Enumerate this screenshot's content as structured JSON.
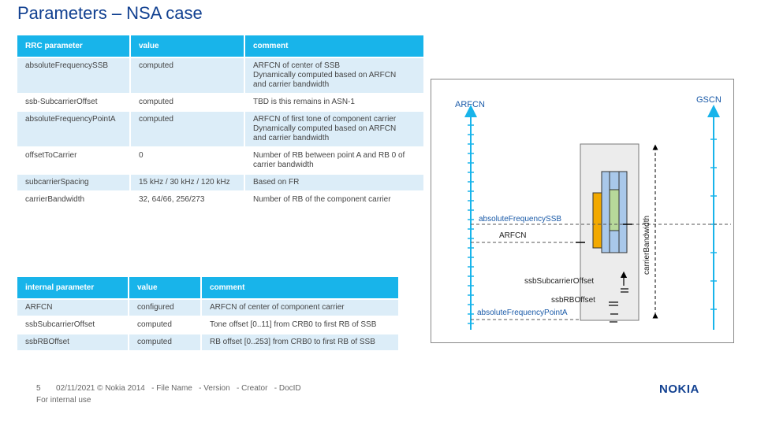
{
  "title": "Parameters – NSA case",
  "table1": {
    "headers": [
      "RRC parameter",
      "value",
      "comment"
    ],
    "rows": [
      {
        "param": "absoluteFrequencySSB",
        "value": "computed",
        "comment": [
          "ARFCN of center of SSB",
          "Dynamically computed based on ARFCN",
          "and carrier bandwidth"
        ]
      },
      {
        "param": "ssb-SubcarrierOffset",
        "value": "computed",
        "comment": [
          "TBD is this remains in ASN-1"
        ]
      },
      {
        "param": "absoluteFrequencyPointA",
        "value": "computed",
        "comment": [
          "ARFCN of first tone of component carrier",
          "Dynamically computed based on ARFCN",
          "and carrier bandwidth"
        ]
      },
      {
        "param": "offsetToCarrier",
        "value": "0",
        "comment": [
          "Number of RB between point A and RB 0 of",
          "carrier bandwidth"
        ]
      },
      {
        "param": "subcarrierSpacing",
        "value": "15 kHz / 30 kHz / 120 kHz",
        "comment": [
          "Based on FR"
        ]
      },
      {
        "param": "carrierBandwidth",
        "value": "32, 64/66, 256/273",
        "comment": [
          "Number of RB of the component carrier"
        ]
      }
    ]
  },
  "table2": {
    "headers": [
      "internal parameter",
      "value",
      "comment"
    ],
    "rows": [
      {
        "param": "ARFCN",
        "value": "configured",
        "comment": [
          "ARFCN of center of component carrier"
        ]
      },
      {
        "param": "ssbSubcarrierOffset",
        "value": "computed",
        "comment": [
          "Tone offset [0..11] from CRB0 to first RB of SSB"
        ]
      },
      {
        "param": "ssbRBOffset",
        "value": "computed",
        "comment": [
          "RB offset [0..253] from CRB0 to first RB of SSB"
        ]
      }
    ]
  },
  "diagram": {
    "arfcn_axis": "ARFCN",
    "gscn_axis": "GSCN",
    "absoluteFrequencySSB": "absoluteFrequencySSB",
    "arfcn": "ARFCN",
    "ssbSubcarrierOffset": "ssbSubcarrierOffset",
    "ssbRBOffset": "ssbRBOffset",
    "absoluteFrequencyPointA": "absoluteFrequencyPointA",
    "carrierBandwidth": "carrierBandwidth",
    "colors": {
      "axis": "#18b4ea",
      "carrier": "#a9c8ea",
      "ssb": "#b7d99a",
      "pointa": "#f2a900",
      "box": "#ececec"
    }
  },
  "footer": {
    "line1": "5       02/11/2021 © Nokia 2014   - File Name   - Version   - Creator   - DocID",
    "line2": "For internal use"
  },
  "logo": "NOKIA"
}
